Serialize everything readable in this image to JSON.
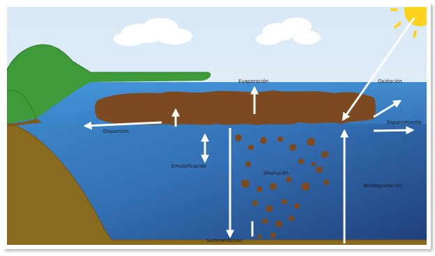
{
  "diagram": {
    "labels": [
      "Evaporación",
      "Oxidación",
      "Esparcimiento",
      "Dispersión",
      "Emulsificación",
      "Disolución",
      "Biodegradación",
      "Sedimentación"
    ]
  }
}
